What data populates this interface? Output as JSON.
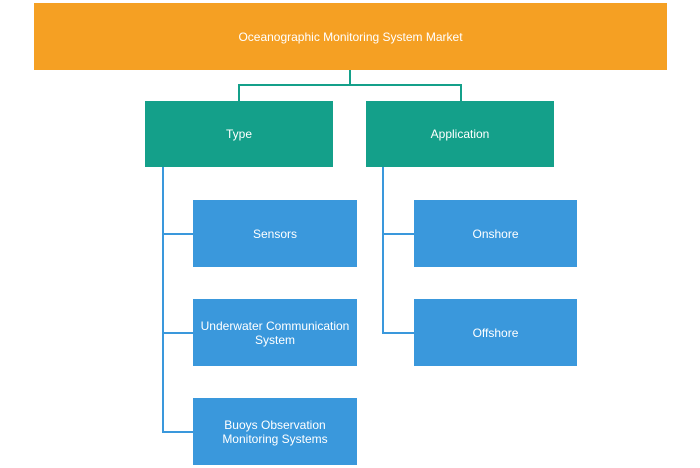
{
  "root": {
    "label": "Oceanographic Monitoring System Market"
  },
  "categories": [
    {
      "label": "Type",
      "children": [
        {
          "label": "Sensors"
        },
        {
          "label": "Underwater Communication System"
        },
        {
          "label": "Buoys Observation Monitoring Systems"
        }
      ]
    },
    {
      "label": "Application",
      "children": [
        {
          "label": "Onshore"
        },
        {
          "label": "Offshore"
        }
      ]
    }
  ],
  "colors": {
    "root": "#f5a023",
    "category": "#14a08a",
    "leaf": "#3a98dc"
  }
}
